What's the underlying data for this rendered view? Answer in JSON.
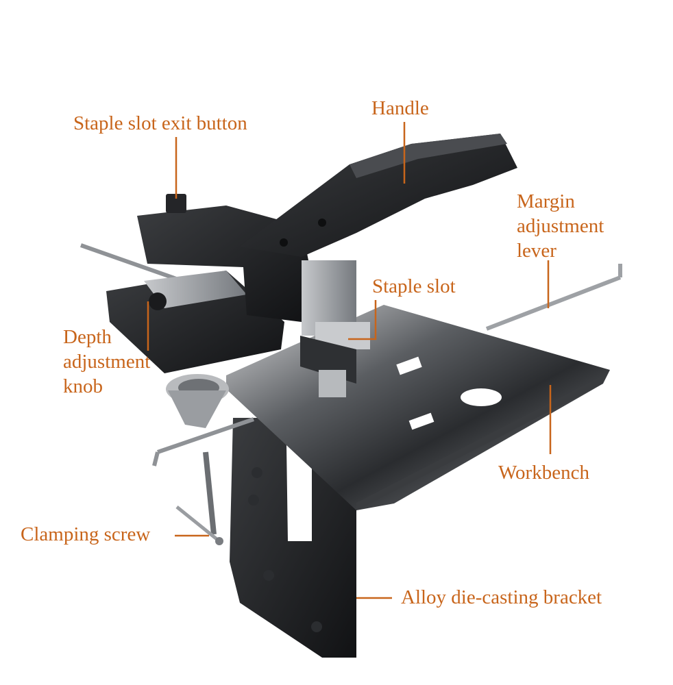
{
  "labels": {
    "staple_slot_exit_button": "Staple slot exit button",
    "handle": "Handle",
    "margin_adjustment_lever": [
      "Margin",
      "adjustment",
      "lever"
    ],
    "staple_slot": "Staple slot",
    "depth_adjustment_knob": [
      "Depth",
      "adjustment",
      "knob"
    ],
    "workbench": "Workbench",
    "clamping_screw": "Clamping screw",
    "alloy_bracket": "Alloy die-casting bracket"
  },
  "colors": {
    "annotation": "#c8651b",
    "body": "#1e1f21",
    "metal": "#8d9196",
    "background": "#ffffff"
  }
}
